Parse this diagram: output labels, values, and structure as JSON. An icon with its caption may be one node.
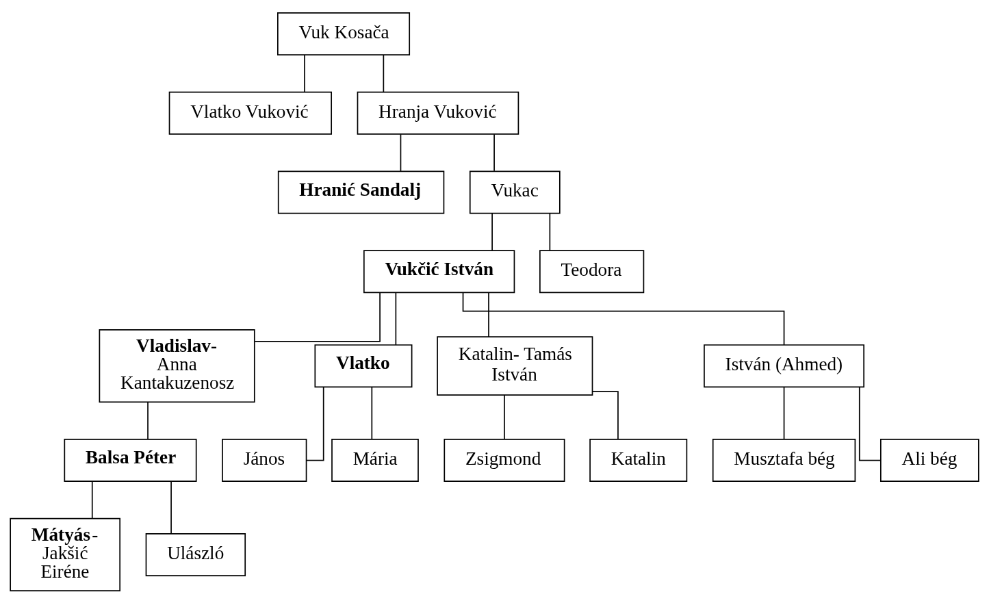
{
  "diagram": {
    "nodes": [
      {
        "text": [
          "Vuk Kosača"
        ]
      },
      {
        "text": [
          "Vlatko Vuković"
        ]
      },
      {
        "text": [
          "Hranja Vuković"
        ]
      },
      {
        "text": [
          "Hranić Sandalj"
        ]
      },
      {
        "text": [
          "Vukac"
        ]
      },
      {
        "text": [
          "Vukčić István"
        ]
      },
      {
        "text": [
          "Teodora"
        ]
      },
      {
        "text": [
          "**Vladislav-** Anna Kantakuzenosz"
        ]
      },
      {
        "text": [
          "Vlatko"
        ]
      },
      {
        "text": [
          "Katalin- Tamás István"
        ]
      },
      {
        "text": [
          "István (Ahmed)"
        ]
      },
      {
        "text": [
          "János"
        ]
      },
      {
        "text": [
          "Mária"
        ]
      },
      {
        "text": [
          "Musztafa bég"
        ]
      },
      {
        "text": [
          "Ali bég"
        ]
      },
      {
        "text": [
          "Balsa Péter"
        ]
      },
      {
        "text": [
          "Zsigmond"
        ]
      },
      {
        "text": [
          "Katalin"
        ]
      },
      {
        "text": [
          "**Mátyás**- Jakšić Eiréne"
        ]
      },
      {
        "text": [
          "Ulászló"
        ]
      }
    ],
    "edges": [
      {
        "from": 0,
        "to": 1,
        "arrow": "none"
      },
      {
        "from": 0,
        "to": 2,
        "arrow": "none"
      },
      {
        "from": 2,
        "to": 3,
        "arrow": "none"
      },
      {
        "from": 2,
        "to": 4,
        "arrow": "none"
      },
      {
        "from": 4,
        "to": 5,
        "arrow": "none"
      },
      {
        "from": 4,
        "to": 6,
        "arrow": "none"
      },
      {
        "from": 5,
        "to": 7,
        "arrow": "none"
      },
      {
        "from": 5,
        "to": 8,
        "arrow": "none"
      },
      {
        "from": 5,
        "to": 9,
        "arrow": "none"
      },
      {
        "from": 5,
        "to": 10,
        "arrow": "none"
      },
      {
        "from": 8,
        "to": 11,
        "arrow": "none"
      },
      {
        "from": 8,
        "to": 12,
        "arrow": "none"
      },
      {
        "from": 10,
        "to": 13,
        "arrow": "none"
      },
      {
        "from": 10,
        "to": 14,
        "arrow": "none"
      },
      {
        "from": 7,
        "to": 15,
        "arrow": "none"
      },
      {
        "from": 9,
        "to": 16,
        "arrow": "none"
      },
      {
        "from": 9,
        "to": 17,
        "arrow": "none"
      },
      {
        "from": 15,
        "to": 18,
        "arrow": "none"
      },
      {
        "from": 15,
        "to": 19,
        "arrow": "none"
      }
    ]
  }
}
